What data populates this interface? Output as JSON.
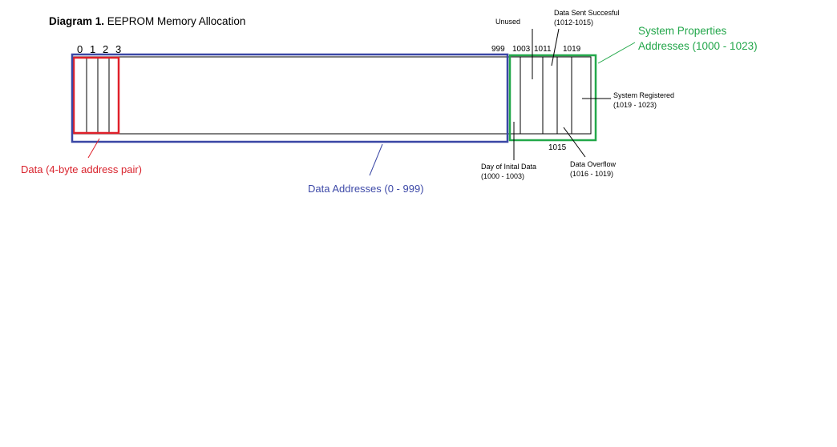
{
  "title": {
    "bold": "Diagram 1.",
    "rest": " EEPROM Memory Allocation"
  },
  "cell_indices": [
    "0",
    "1",
    "2",
    "3"
  ],
  "address_labels": {
    "a999": "999",
    "a1003": "1003",
    "a1011": "1011",
    "a1019": "1019",
    "a1015": "1015"
  },
  "annotations": {
    "unused": "Unused",
    "data_sent_line1": "Data Sent Succesful",
    "data_sent_line2": "(1012-1015)",
    "system_registered_line1": "System Registered",
    "system_registered_line2": "(1019 - 1023)",
    "day_initial_line1": "Day of Inital Data",
    "day_initial_line2": "(1000 - 1003)",
    "data_overflow_line1": "Data Overflow",
    "data_overflow_line2": "(1016 - 1019)"
  },
  "region_labels": {
    "data_pair": "Data (4-byte address pair)",
    "data_addresses": "Data Addresses (0 - 999)",
    "system_properties_line1": "System Properties",
    "system_properties_line2": "Addresses (1000 - 1023)"
  },
  "colors": {
    "red": "#e0202a",
    "blue": "#3a47a5",
    "green": "#23a84a",
    "label_red": "#d9232d",
    "label_blue": "#3e4aa8",
    "label_green": "#22a64a",
    "line": "#000000"
  }
}
